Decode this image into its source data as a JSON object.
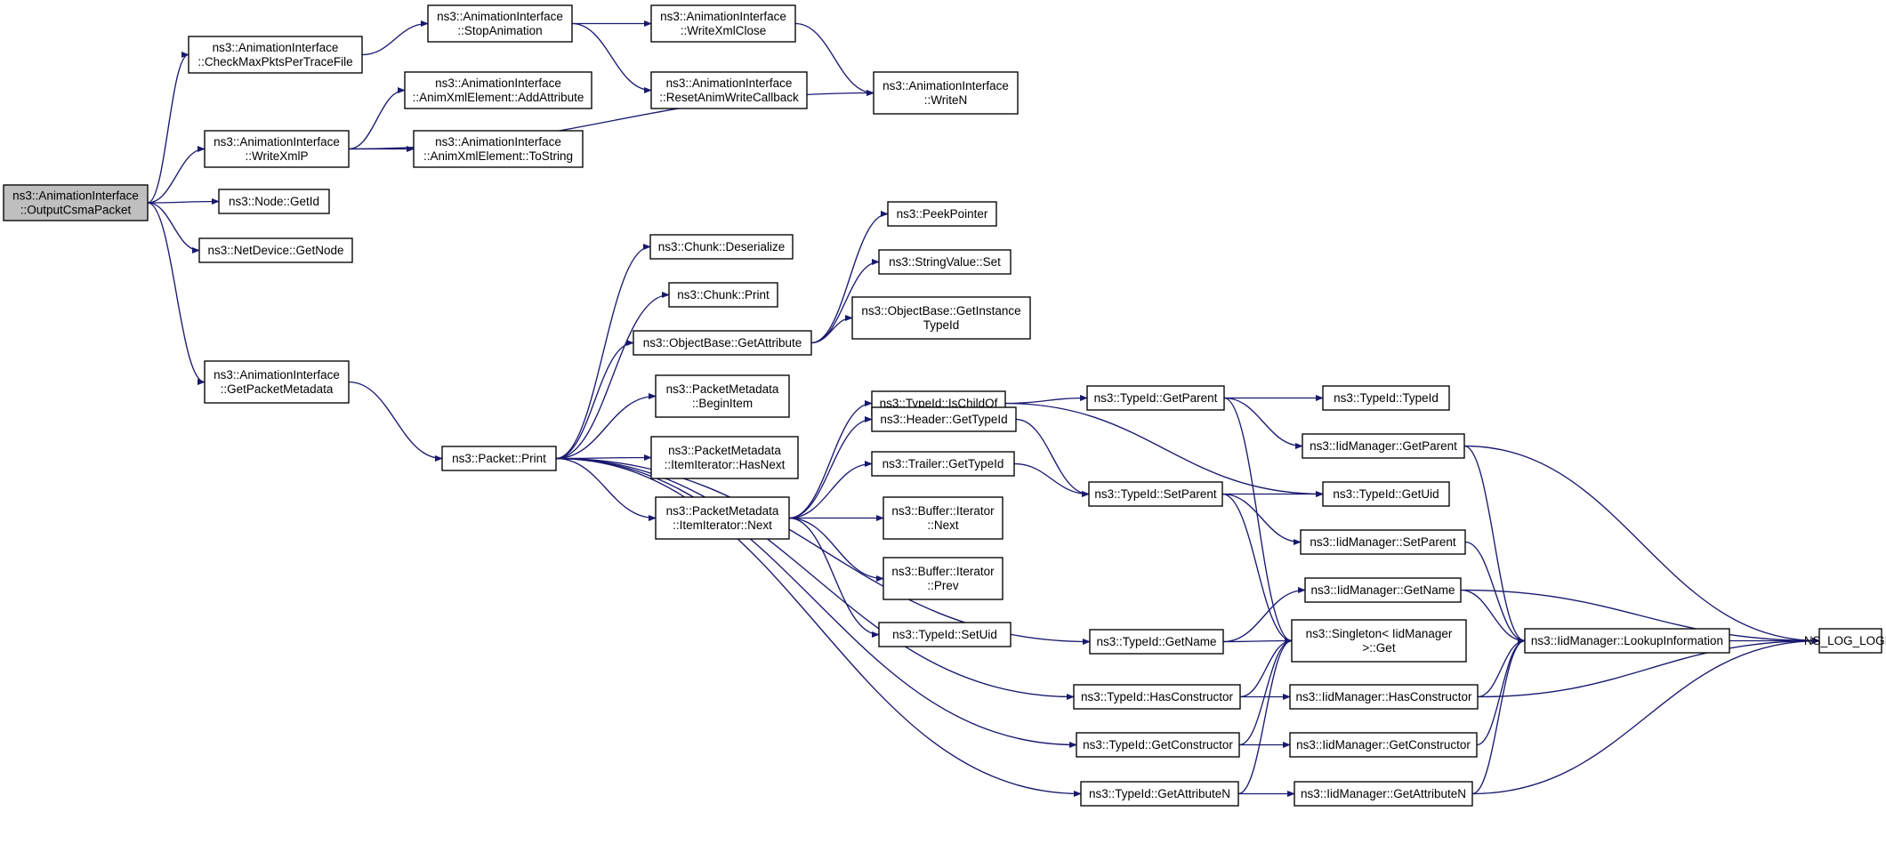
{
  "graph": {
    "type": "call-graph",
    "colors": {
      "edge": "#191970",
      "node_border": "#000000",
      "node_fill": "#ffffff",
      "root_fill": "#bfbfbf",
      "text": "#000000"
    },
    "nodes": [
      {
        "id": "root",
        "label": [
          "ns3::AnimationInterface",
          "::OutputCsmaPacket"
        ],
        "root": true
      },
      {
        "id": "checkmax",
        "label": [
          "ns3::AnimationInterface",
          "::CheckMaxPktsPerTraceFile"
        ]
      },
      {
        "id": "stopanim",
        "label": [
          "ns3::AnimationInterface",
          "::StopAnimation"
        ]
      },
      {
        "id": "writexmlclose",
        "label": [
          "ns3::AnimationInterface",
          "::WriteXmlClose"
        ]
      },
      {
        "id": "resetanim",
        "label": [
          "ns3::AnimationInterface",
          "::ResetAnimWriteCallback"
        ]
      },
      {
        "id": "writen",
        "label": [
          "ns3::AnimationInterface",
          "::WriteN"
        ]
      },
      {
        "id": "writexmlp",
        "label": [
          "ns3::AnimationInterface",
          "::WriteXmlP"
        ]
      },
      {
        "id": "addattr",
        "label": [
          "ns3::AnimationInterface",
          "::AnimXmlElement::AddAttribute"
        ]
      },
      {
        "id": "tostring",
        "label": [
          "ns3::AnimationInterface",
          "::AnimXmlElement::ToString"
        ]
      },
      {
        "id": "nodegetid",
        "label": [
          "ns3::Node::GetId"
        ]
      },
      {
        "id": "netdevgetnode",
        "label": [
          "ns3::NetDevice::GetNode"
        ]
      },
      {
        "id": "getpktmeta",
        "label": [
          "ns3::AnimationInterface",
          "::GetPacketMetadata"
        ]
      },
      {
        "id": "packetprint",
        "label": [
          "ns3::Packet::Print"
        ]
      },
      {
        "id": "chunkdeser",
        "label": [
          "ns3::Chunk::Deserialize"
        ]
      },
      {
        "id": "chunkprint",
        "label": [
          "ns3::Chunk::Print"
        ]
      },
      {
        "id": "objgetattr",
        "label": [
          "ns3::ObjectBase::GetAttribute"
        ]
      },
      {
        "id": "peekptr",
        "label": [
          "ns3::PeekPointer"
        ]
      },
      {
        "id": "strvalset",
        "label": [
          "ns3::StringValue::Set"
        ]
      },
      {
        "id": "objgetinst",
        "label": [
          "ns3::ObjectBase::GetInstance",
          "TypeId"
        ]
      },
      {
        "id": "beginitem",
        "label": [
          "ns3::PacketMetadata",
          "::BeginItem"
        ]
      },
      {
        "id": "hasnext",
        "label": [
          "ns3::PacketMetadata",
          "::ItemIterator::HasNext"
        ]
      },
      {
        "id": "itemnext",
        "label": [
          "ns3::PacketMetadata",
          "::ItemIterator::Next"
        ]
      },
      {
        "id": "ischildof",
        "label": [
          "ns3::TypeId::IsChildOf"
        ]
      },
      {
        "id": "headergettid",
        "label": [
          "ns3::Header::GetTypeId"
        ]
      },
      {
        "id": "trailergettid",
        "label": [
          "ns3::Trailer::GetTypeId"
        ]
      },
      {
        "id": "bufnext",
        "label": [
          "ns3::Buffer::Iterator",
          "::Next"
        ]
      },
      {
        "id": "bufprev",
        "label": [
          "ns3::Buffer::Iterator",
          "::Prev"
        ]
      },
      {
        "id": "setuid",
        "label": [
          "ns3::TypeId::SetUid"
        ]
      },
      {
        "id": "tidgetparent",
        "label": [
          "ns3::TypeId::GetParent"
        ]
      },
      {
        "id": "tidsetparent",
        "label": [
          "ns3::TypeId::SetParent"
        ]
      },
      {
        "id": "tidtypeid",
        "label": [
          "ns3::TypeId::TypeId"
        ]
      },
      {
        "id": "iidgetparent",
        "label": [
          "ns3::IidManager::GetParent"
        ]
      },
      {
        "id": "tidgetuid",
        "label": [
          "ns3::TypeId::GetUid"
        ]
      },
      {
        "id": "iidsetparent",
        "label": [
          "ns3::IidManager::SetParent"
        ]
      },
      {
        "id": "iidgetname",
        "label": [
          "ns3::IidManager::GetName"
        ]
      },
      {
        "id": "singleton",
        "label": [
          "ns3::Singleton< IidManager",
          ">::Get"
        ]
      },
      {
        "id": "tidgetname",
        "label": [
          "ns3::TypeId::GetName"
        ]
      },
      {
        "id": "tidhasctor",
        "label": [
          "ns3::TypeId::HasConstructor"
        ]
      },
      {
        "id": "iidhasctor",
        "label": [
          "ns3::IidManager::HasConstructor"
        ]
      },
      {
        "id": "tidgetctor",
        "label": [
          "ns3::TypeId::GetConstructor"
        ]
      },
      {
        "id": "iidgetctor",
        "label": [
          "ns3::IidManager::GetConstructor"
        ]
      },
      {
        "id": "tidgetattrn",
        "label": [
          "ns3::TypeId::GetAttributeN"
        ]
      },
      {
        "id": "iidgetattrn",
        "label": [
          "ns3::IidManager::GetAttributeN"
        ]
      },
      {
        "id": "lookupinfo",
        "label": [
          "ns3::IidManager::LookupInformation"
        ]
      },
      {
        "id": "nslog",
        "label": [
          "NS_LOG_LOGIC"
        ]
      }
    ],
    "edges": [
      [
        "root",
        "checkmax"
      ],
      [
        "root",
        "writexmlp"
      ],
      [
        "root",
        "nodegetid"
      ],
      [
        "root",
        "netdevgetnode"
      ],
      [
        "root",
        "getpktmeta"
      ],
      [
        "checkmax",
        "stopanim"
      ],
      [
        "stopanim",
        "writexmlclose"
      ],
      [
        "stopanim",
        "resetanim"
      ],
      [
        "writexmlclose",
        "writen"
      ],
      [
        "writexmlp",
        "addattr"
      ],
      [
        "writexmlp",
        "tostring"
      ],
      [
        "writexmlp",
        "writen"
      ],
      [
        "getpktmeta",
        "packetprint"
      ],
      [
        "packetprint",
        "chunkdeser"
      ],
      [
        "packetprint",
        "chunkprint"
      ],
      [
        "packetprint",
        "objgetattr"
      ],
      [
        "packetprint",
        "beginitem"
      ],
      [
        "packetprint",
        "hasnext"
      ],
      [
        "packetprint",
        "itemnext"
      ],
      [
        "packetprint",
        "tidgetname"
      ],
      [
        "packetprint",
        "tidhasctor"
      ],
      [
        "packetprint",
        "tidgetctor"
      ],
      [
        "packetprint",
        "tidgetattrn"
      ],
      [
        "objgetattr",
        "peekptr"
      ],
      [
        "objgetattr",
        "strvalset"
      ],
      [
        "objgetattr",
        "objgetinst"
      ],
      [
        "itemnext",
        "ischildof"
      ],
      [
        "itemnext",
        "headergettid"
      ],
      [
        "itemnext",
        "trailergettid"
      ],
      [
        "itemnext",
        "bufnext"
      ],
      [
        "itemnext",
        "bufprev"
      ],
      [
        "itemnext",
        "setuid"
      ],
      [
        "ischildof",
        "tidgetparent"
      ],
      [
        "ischildof",
        "tidgetuid"
      ],
      [
        "headergettid",
        "tidsetparent"
      ],
      [
        "trailergettid",
        "tidsetparent"
      ],
      [
        "tidgetparent",
        "tidtypeid"
      ],
      [
        "tidgetparent",
        "iidgetparent"
      ],
      [
        "tidgetparent",
        "singleton"
      ],
      [
        "tidsetparent",
        "tidgetuid"
      ],
      [
        "tidsetparent",
        "iidsetparent"
      ],
      [
        "tidsetparent",
        "singleton"
      ],
      [
        "iidgetparent",
        "lookupinfo"
      ],
      [
        "iidgetparent",
        "nslog"
      ],
      [
        "iidsetparent",
        "lookupinfo"
      ],
      [
        "iidgetname",
        "lookupinfo"
      ],
      [
        "iidgetname",
        "nslog"
      ],
      [
        "tidgetname",
        "iidgetname"
      ],
      [
        "tidgetname",
        "singleton"
      ],
      [
        "tidhasctor",
        "singleton"
      ],
      [
        "tidhasctor",
        "iidhasctor"
      ],
      [
        "iidhasctor",
        "lookupinfo"
      ],
      [
        "iidhasctor",
        "nslog"
      ],
      [
        "tidgetctor",
        "singleton"
      ],
      [
        "tidgetctor",
        "iidgetctor"
      ],
      [
        "iidgetctor",
        "lookupinfo"
      ],
      [
        "tidgetattrn",
        "singleton"
      ],
      [
        "tidgetattrn",
        "iidgetattrn"
      ],
      [
        "iidgetattrn",
        "lookupinfo"
      ],
      [
        "iidgetattrn",
        "nslog"
      ],
      [
        "lookupinfo",
        "nslog"
      ]
    ]
  }
}
